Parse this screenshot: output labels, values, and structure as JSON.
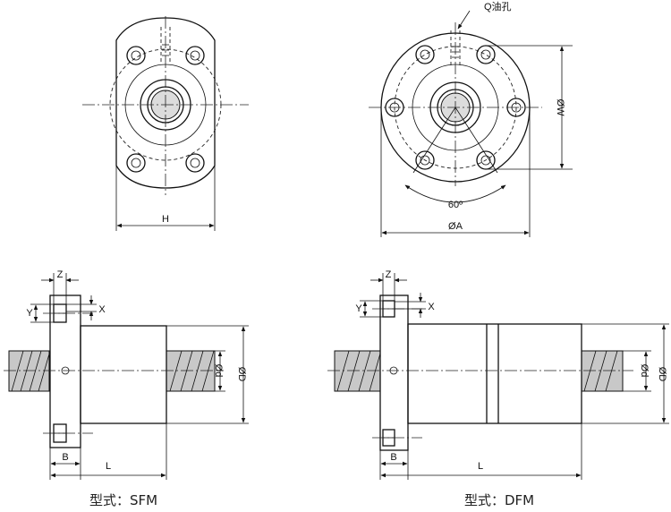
{
  "labels": {
    "oil_hole": "Q油孔",
    "h": "H",
    "w": "ØW",
    "angle": "60º",
    "a": "ØA",
    "z": "Z",
    "y": "Y",
    "x": "X",
    "d_small": "Ød",
    "d_large": "ØD",
    "b": "B",
    "l": "L"
  },
  "captions": {
    "sfm": "型式：SFM",
    "dfm": "型式：DFM"
  }
}
